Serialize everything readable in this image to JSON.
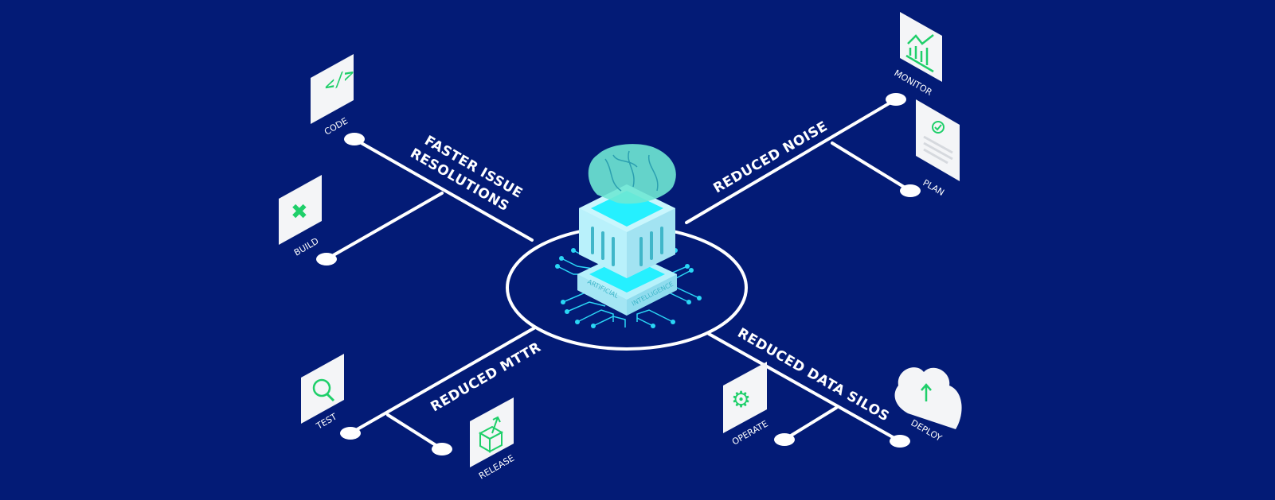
{
  "colors": {
    "background": "#031b76",
    "line": "#ffffff",
    "card": "#f4f5f7",
    "icon": "#1fcf6a",
    "chip": "#a8ecf8",
    "glow": "#25f0ff",
    "brain": "#6fe8d4"
  },
  "center": {
    "chip_label_left": "ARTIFICIAL",
    "chip_label_right": "INTELLIGENCE"
  },
  "benefits": {
    "top_left_line1": "FASTER ISSUE",
    "top_left_line2": "RESOLUTIONS",
    "top_right": "REDUCED NOISE",
    "bottom_left": "REDUCED MTTR",
    "bottom_right": "REDUCED DATA SILOS"
  },
  "stages": [
    {
      "label": "CODE",
      "icon": "code-icon"
    },
    {
      "label": "BUILD",
      "icon": "wrench-screwdriver-icon"
    },
    {
      "label": "MONITOR",
      "icon": "chart-icon"
    },
    {
      "label": "PLAN",
      "icon": "checklist-icon"
    },
    {
      "label": "TEST",
      "icon": "bug-search-icon"
    },
    {
      "label": "RELEASE",
      "icon": "box-arrow-icon"
    },
    {
      "label": "OPERATE",
      "icon": "gear-icon"
    },
    {
      "label": "DEPLOY",
      "icon": "cloud-upload-icon"
    }
  ]
}
